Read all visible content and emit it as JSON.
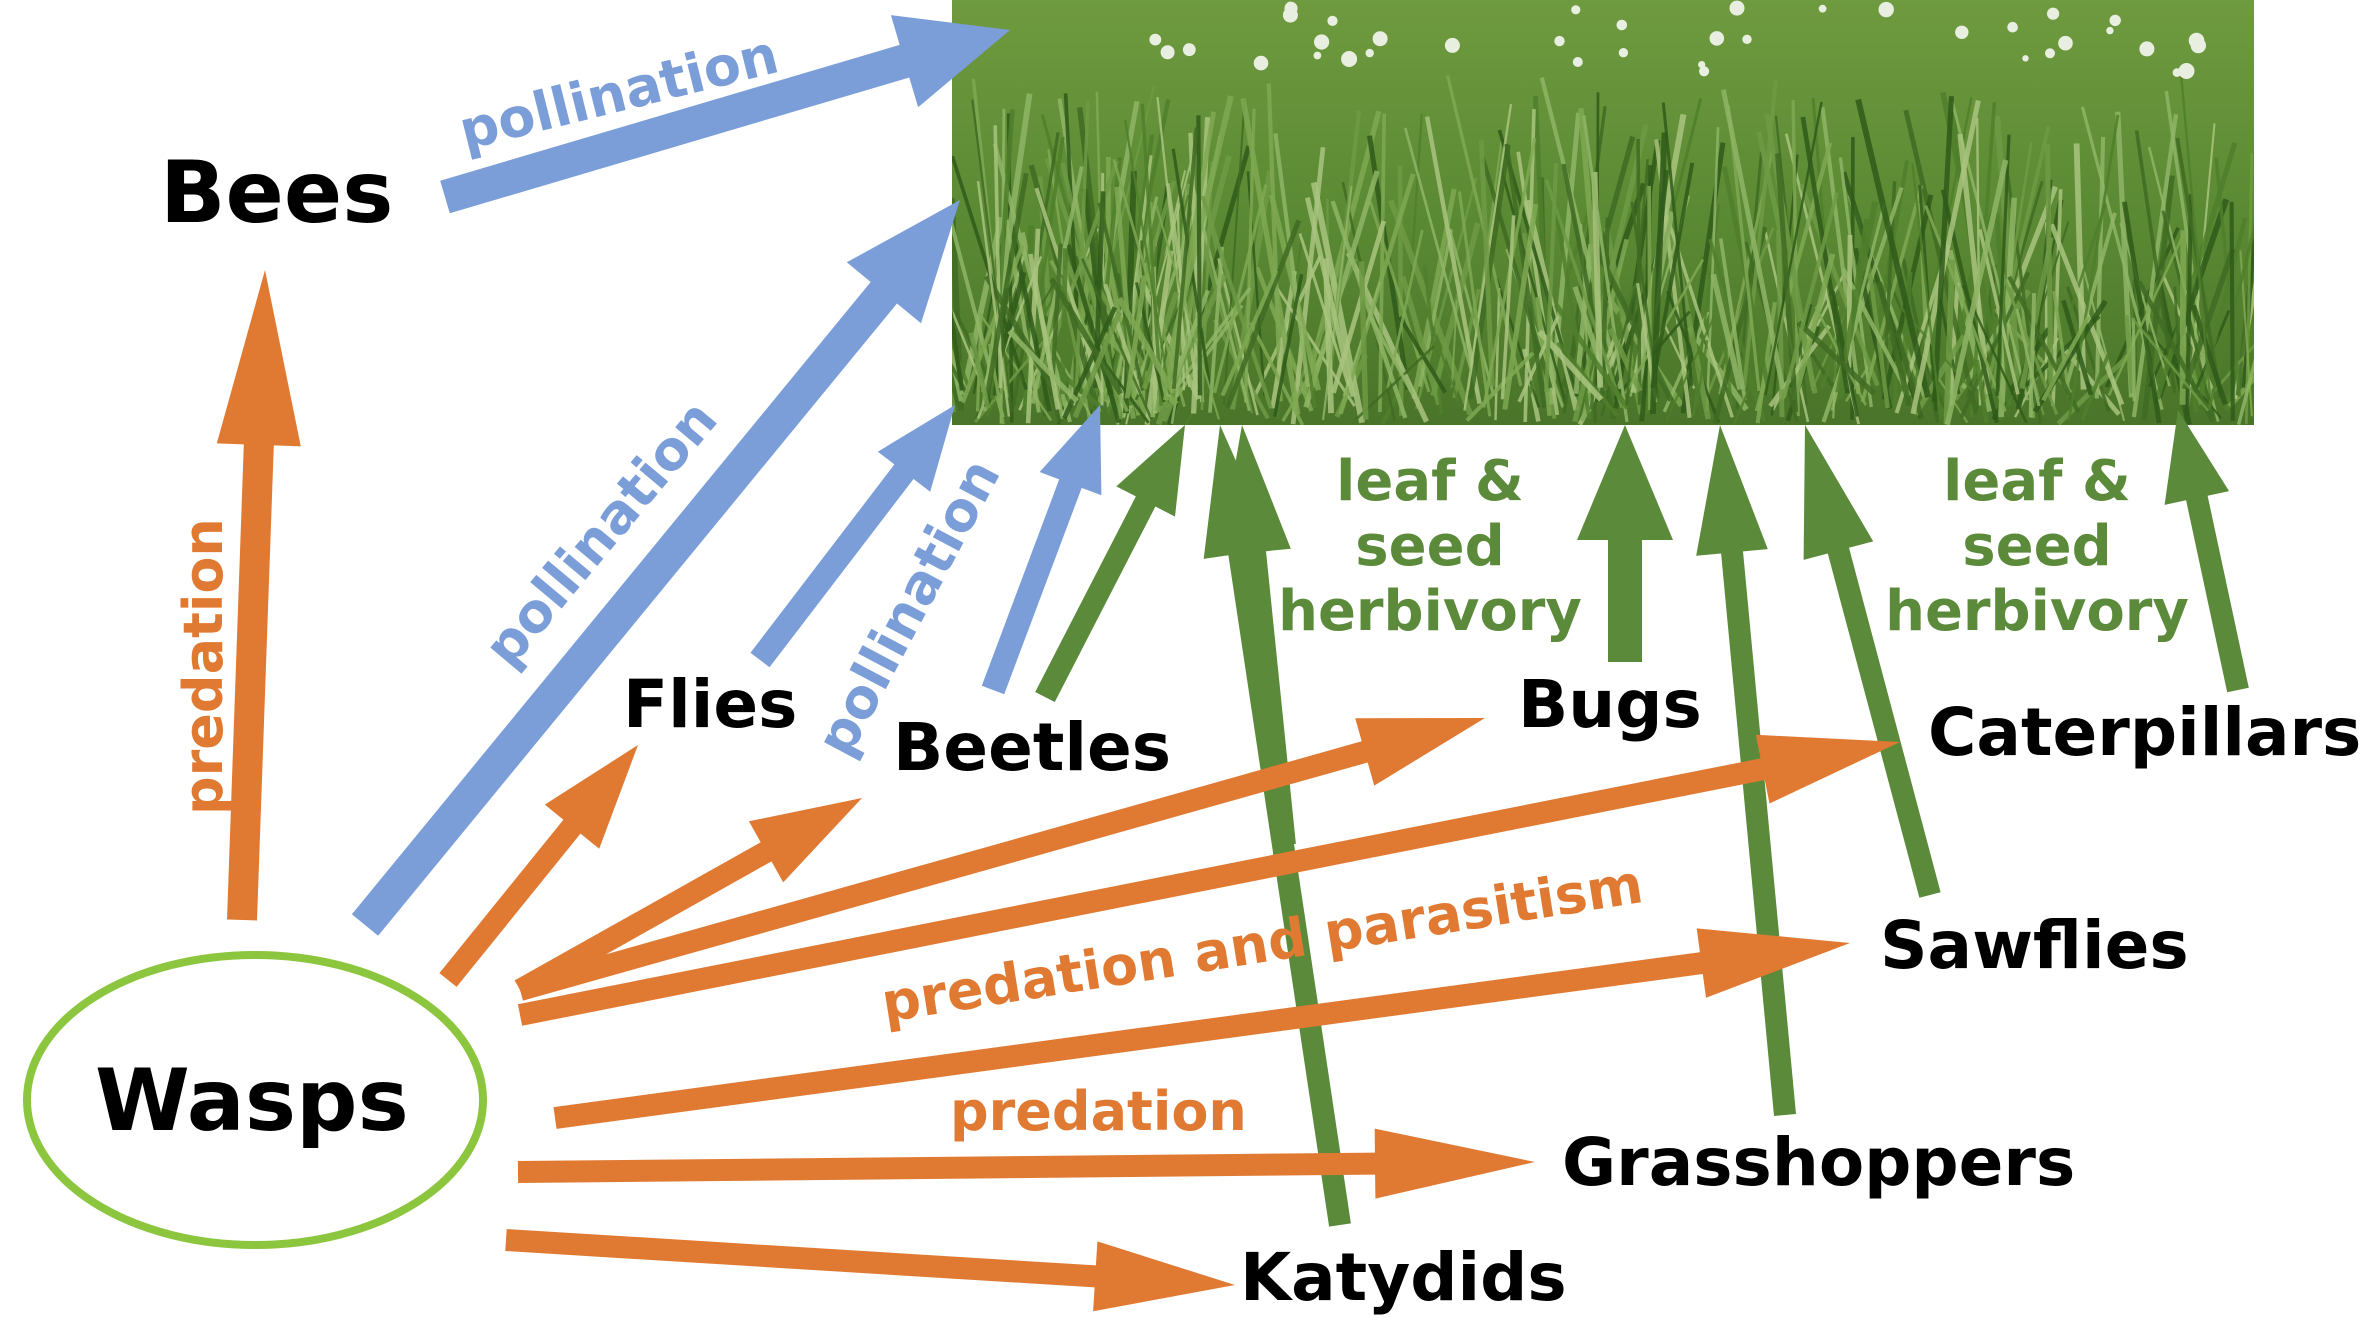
{
  "colors": {
    "pollination": "#7B9ED9",
    "predation": "#E07A33",
    "herbivory": "#5B8A3A",
    "wasp_outline": "#8CC63F",
    "text": "#000000"
  },
  "photo": {
    "icon": "grassland-photo",
    "description_visible": false
  },
  "nodes": {
    "bees": "Bees",
    "wasps": "Wasps",
    "flies": "Flies",
    "beetles": "Beetles",
    "bugs": "Bugs",
    "caterpillars": "Caterpillars",
    "sawflies": "Sawflies",
    "grasshoppers": "Grasshoppers",
    "katydids": "Katydids"
  },
  "labels": {
    "pollination_bees": "pollination",
    "pollination_wasps": "pollination",
    "pollination_flies": "pollination",
    "predation_wasps_bees": "predation",
    "predation_and_parasitism": "predation and parasitism",
    "predation_bottom": "predation",
    "herbivory_left": [
      "leaf &",
      "seed",
      "herbivory"
    ],
    "herbivory_right": [
      "leaf &",
      "seed",
      "herbivory"
    ]
  }
}
